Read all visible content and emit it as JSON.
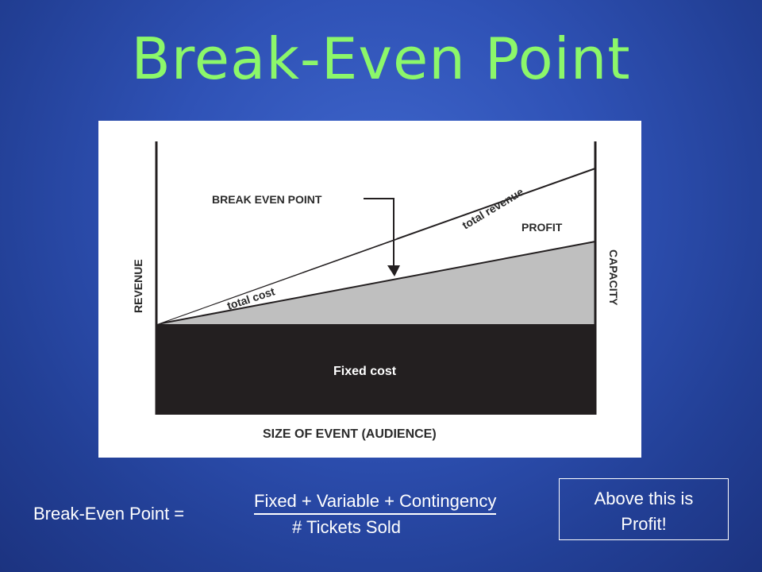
{
  "title": "Break-Even Point",
  "diagram": {
    "y_axis_label": "REVENUE",
    "right_axis_label": "CAPACITY",
    "x_axis_label": "SIZE OF EVENT (AUDIENCE)",
    "break_even_label": "BREAK EVEN POINT",
    "total_revenue_label": "total revenue",
    "total_cost_label": "total cost",
    "profit_label": "PROFIT",
    "fixed_cost_label": "Fixed cost",
    "colors": {
      "fixed_cost": "#231f20",
      "variable_cost": "#bfbfbf",
      "line": "#231f20"
    }
  },
  "formula": {
    "label": "Break-Even Point =",
    "numerator": "Fixed + Variable + Contingency",
    "denominator": "# Tickets Sold"
  },
  "callout": {
    "line1": "Above this is",
    "line2": "Profit!"
  }
}
